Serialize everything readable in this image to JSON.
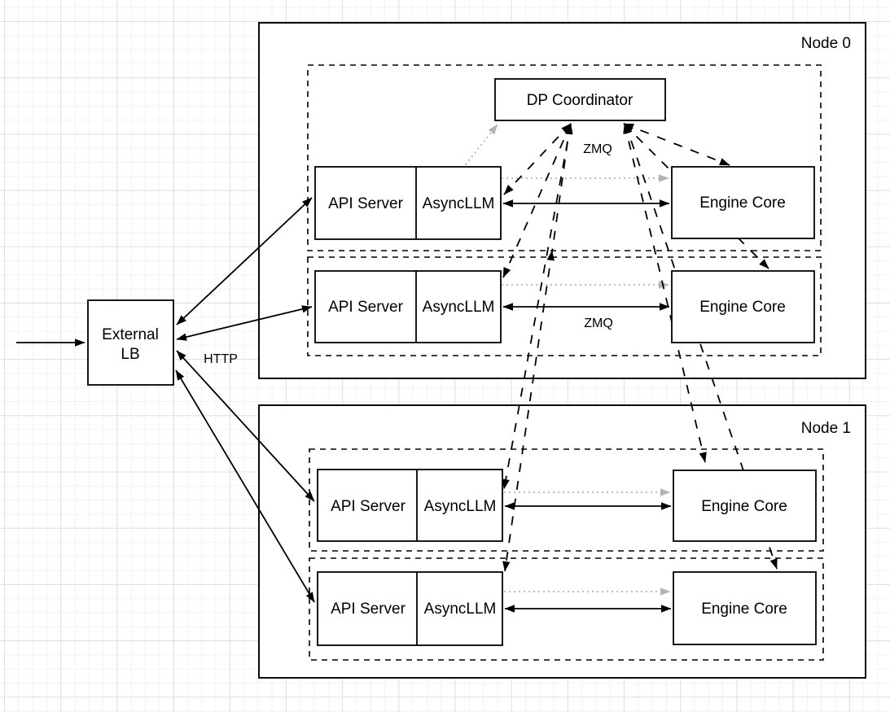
{
  "colors": {
    "edge": "#000000",
    "muted_edge": "#b3b3b3",
    "box_border": "#000000",
    "box_fill": "#ffffff"
  },
  "external_lb": {
    "line1": "External",
    "line2": "LB"
  },
  "coordinator": {
    "label": "DP Coordinator"
  },
  "node0": {
    "label": "Node 0"
  },
  "node1": {
    "label": "Node 1"
  },
  "labels": {
    "http": "HTTP",
    "zmq_coordinator": "ZMQ",
    "zmq_engine": "ZMQ"
  },
  "rows": [
    {
      "api_server": "API Server",
      "async_llm": "AsyncLLM",
      "engine_core": "Engine Core"
    },
    {
      "api_server": "API Server",
      "async_llm": "AsyncLLM",
      "engine_core": "Engine Core"
    },
    {
      "api_server": "API Server",
      "async_llm": "AsyncLLM",
      "engine_core": "Engine Core"
    },
    {
      "api_server": "API Server",
      "async_llm": "AsyncLLM",
      "engine_core": "Engine Core"
    }
  ]
}
